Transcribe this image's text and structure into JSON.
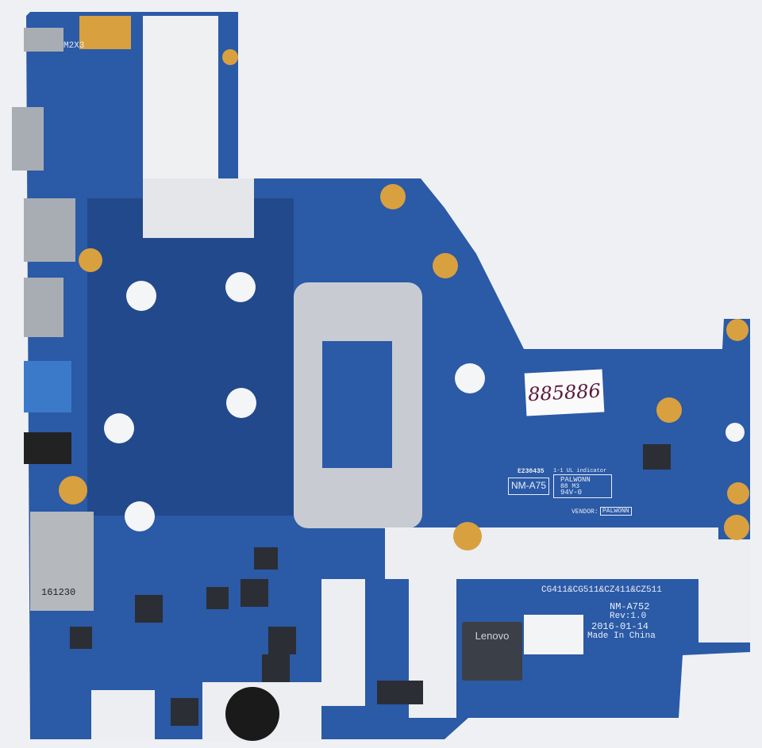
{
  "colors": {
    "board": "#2b5aa6",
    "silver": "#cfd3d8",
    "gold": "#d9a040",
    "background": "#eef0f3"
  },
  "labels": {
    "screw": "M2X3",
    "sticker": "885886",
    "ecode": "E230435",
    "model_box": "NM-A75",
    "ul_indicator": "1-1 UL indicator",
    "pcb_vendor": "PALWONN",
    "pcb_code": "88 M3",
    "flammability": "94V-0",
    "vendor_label": "VENDOR:",
    "vendor_name": "PALWONN",
    "card_date": "161230",
    "board_ids": "CG411&CG511&CZ411&CZ511",
    "board_model": "NM-A752",
    "revision": "Rev:1.0",
    "date": "2016-01-14",
    "origin": "Made In China",
    "chip_brand": "Lenovo"
  }
}
